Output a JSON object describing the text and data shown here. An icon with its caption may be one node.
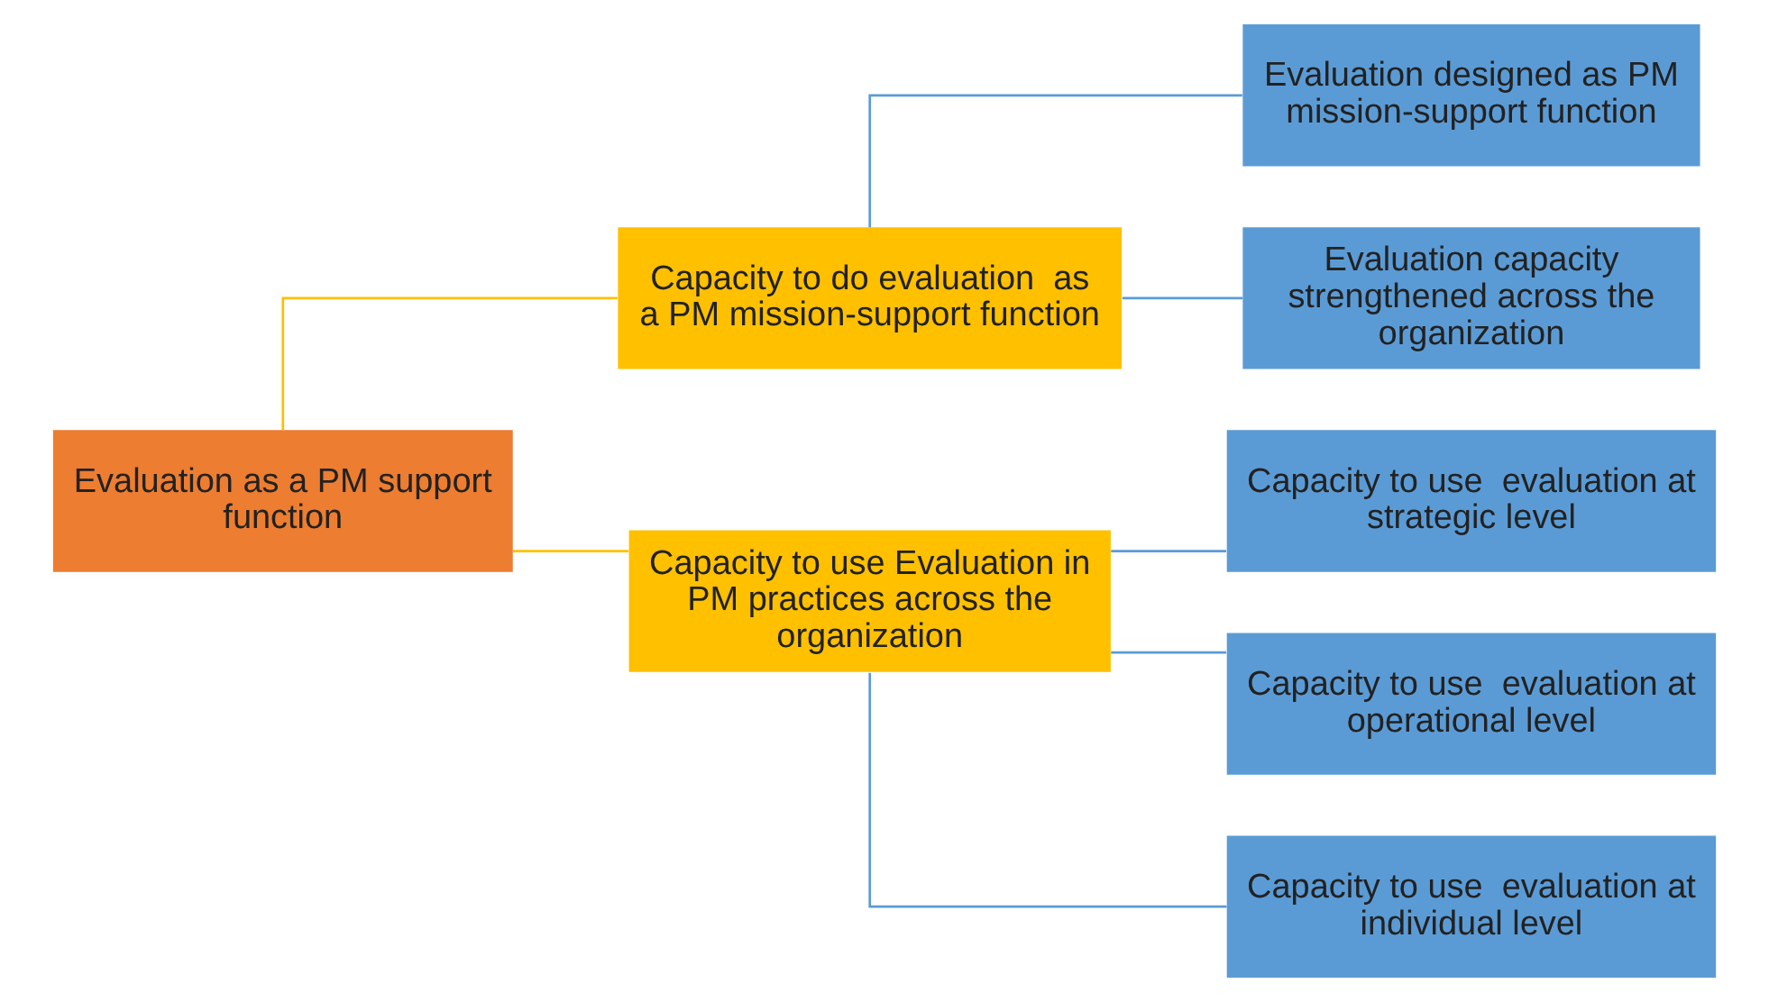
{
  "diagram": {
    "nodes": [
      {
        "text": [
          "Evaluation as a PM support function"
        ]
      },
      {
        "text": [
          "Capacity to do evaluation  as a PM mission-support function"
        ]
      },
      {
        "text": [
          "Capacity to use Evaluation in PM practices across the organization"
        ]
      },
      {
        "text": [
          "Evaluation designed as PM mission-support function"
        ]
      },
      {
        "text": [
          "Evaluation capacity strengthened across the organization"
        ]
      },
      {
        "text": [
          "Capacity to use  evaluation at strategic level"
        ]
      },
      {
        "text": [
          "Capacity to use  evaluation at operational level"
        ]
      },
      {
        "text": [
          "Capacity to use  evaluation at individual level"
        ]
      }
    ],
    "edges": [
      {
        "from": 0,
        "to": 1,
        "arrow": "none",
        "color": "#ffc000"
      },
      {
        "from": 0,
        "to": 2,
        "arrow": "none",
        "color": "#ffc000"
      },
      {
        "from": 1,
        "to": 3,
        "arrow": "none"
      },
      {
        "from": 1,
        "to": 4,
        "arrow": "none"
      },
      {
        "from": 2,
        "to": 5,
        "arrow": "none"
      },
      {
        "from": 2,
        "to": 6,
        "arrow": "none"
      },
      {
        "from": 2,
        "to": 7,
        "arrow": "none"
      }
    ]
  }
}
